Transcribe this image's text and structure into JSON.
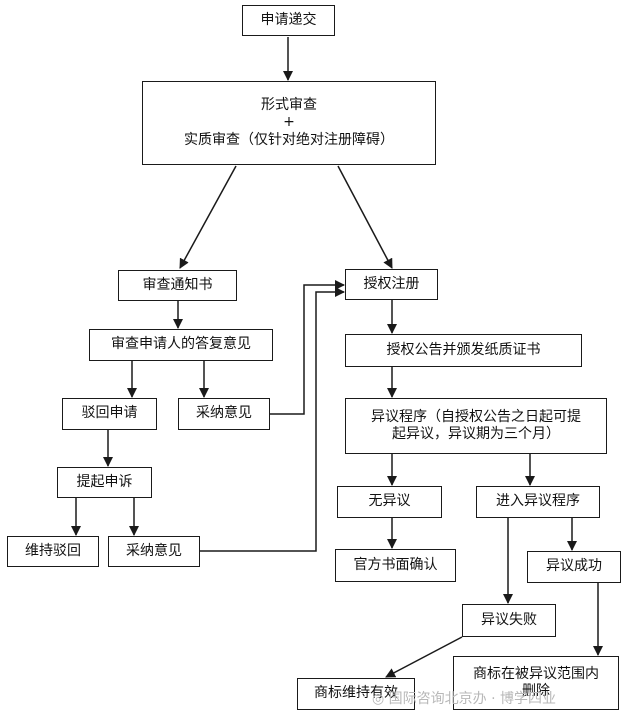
{
  "nodes": {
    "submit": "申请递交",
    "exam_line1": "形式审查",
    "exam_plus": "+",
    "exam_line2": "实质审查（仅针对绝对注册障碍）",
    "notice": "审查通知书",
    "reply": "审查申请人的答复意见",
    "reject": "驳回申请",
    "accept1": "采纳意见",
    "appeal": "提起申诉",
    "maintain_reject": "维持驳回",
    "accept2": "采纳意见",
    "grant": "授权注册",
    "publish": "授权公告并颁发纸质证书",
    "objection_line1": "异议程序（自授权公告之日起可提",
    "objection_line2": "起异议，异议期为三个月）",
    "no_objection": "无异议",
    "enter_objection": "进入异议程序",
    "official_confirm": "官方书面确认",
    "objection_success": "异议成功",
    "objection_fail": "异议失败",
    "mark_valid": "商标维持有效",
    "mark_deleted_line1": "商标在被异议范围内",
    "mark_deleted_line2": "删除"
  },
  "watermark": "◎ 国际咨询北京办 · 博学四业",
  "colors": {
    "line": "#1a1a1a",
    "box_border": "#1a1a1a",
    "background": "#ffffff"
  }
}
